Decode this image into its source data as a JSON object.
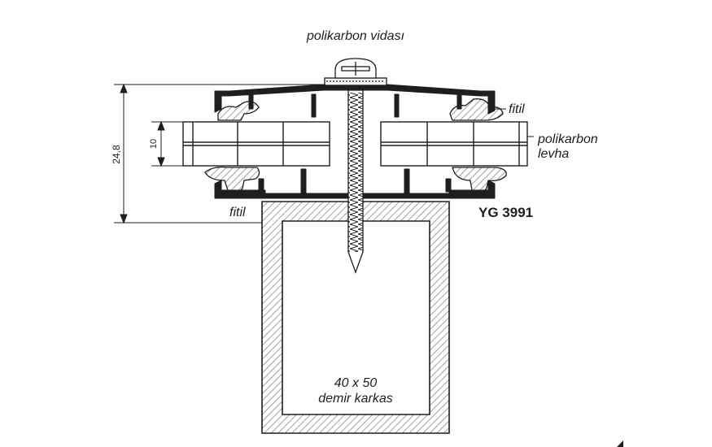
{
  "labels": {
    "screw": "polikarbon vidası",
    "gasket_top": "fitil",
    "gasket_bottom": "fitil",
    "panel_line1": "polikarbon",
    "panel_line2": "levha",
    "profile_code": "YG 3991",
    "frame_line1": "40 x 50",
    "frame_line2": "demir karkas"
  },
  "dimensions": {
    "overall_height": "24,8",
    "panel_thickness": "10"
  },
  "colors": {
    "line": "#1e1e1e",
    "hatch": "#7a7a7a",
    "background": "#ffffff"
  }
}
